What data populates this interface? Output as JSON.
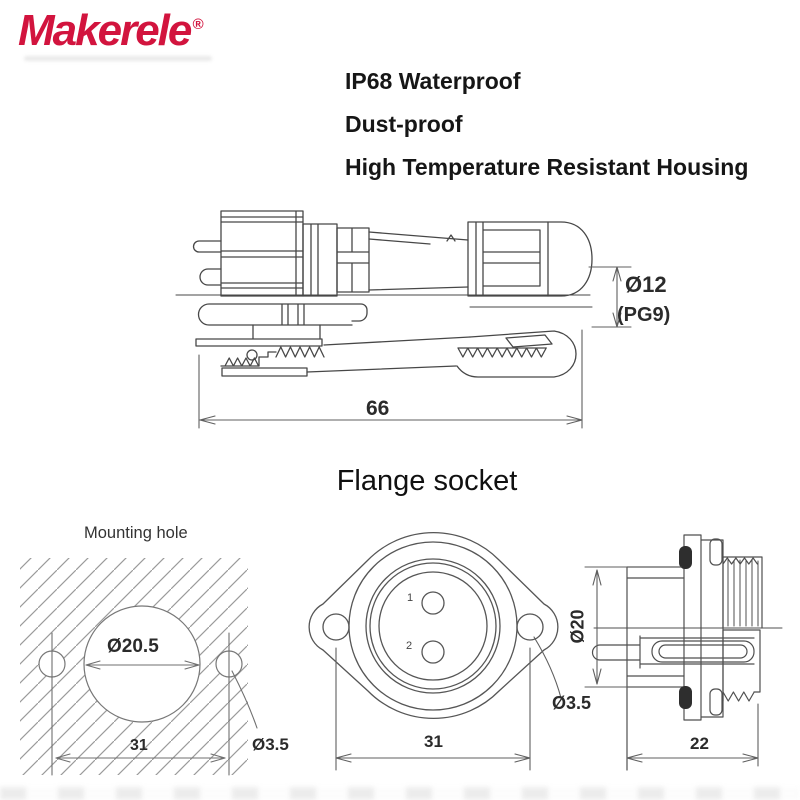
{
  "brand": {
    "name": "Makerele",
    "registered_mark": "®",
    "color": "#d2143e"
  },
  "features": [
    "IP68 Waterproof",
    "Dust-proof",
    "High Temperature Resistant Housing"
  ],
  "assembly_view": {
    "total_length": "66",
    "cable_diameter": "Ø12",
    "thread_spec": "(PG9)"
  },
  "flange_section": {
    "title": "Flange socket"
  },
  "mounting_hole_view": {
    "label": "Mounting hole",
    "hole_diameter": "Ø20.5",
    "hole_spacing": "31",
    "screw_hole_diameter": "Ø3.5"
  },
  "front_view": {
    "pin_1": "1",
    "pin_2": "2",
    "hole_spacing": "31",
    "screw_hole_diameter": "Ø3.5"
  },
  "profile_view": {
    "body_diameter": "Ø20",
    "depth": "22"
  },
  "colors": {
    "brand_red": "#d2143e",
    "line_dark": "#474747",
    "line_gray": "#9b9b9b",
    "text_dark": "#161616"
  }
}
